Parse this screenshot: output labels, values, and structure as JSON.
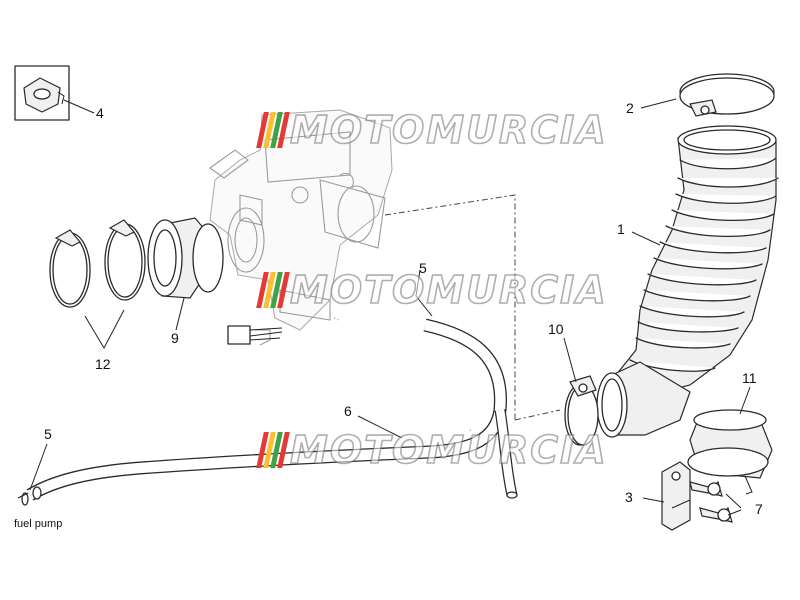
{
  "watermark": {
    "text": "MOTOMURCIA",
    "bar_colors": [
      "#e53935",
      "#fbc02d",
      "#43a047",
      "#e53935"
    ]
  },
  "callouts": {
    "c1": "1",
    "c2": "2",
    "c3": "3",
    "c4": "4",
    "c5a": "5",
    "c5b": "5",
    "c6": "6",
    "c7": "7",
    "c9": "9",
    "c10": "10",
    "c11": "11",
    "c12": "12"
  },
  "caption": "fuel pump"
}
